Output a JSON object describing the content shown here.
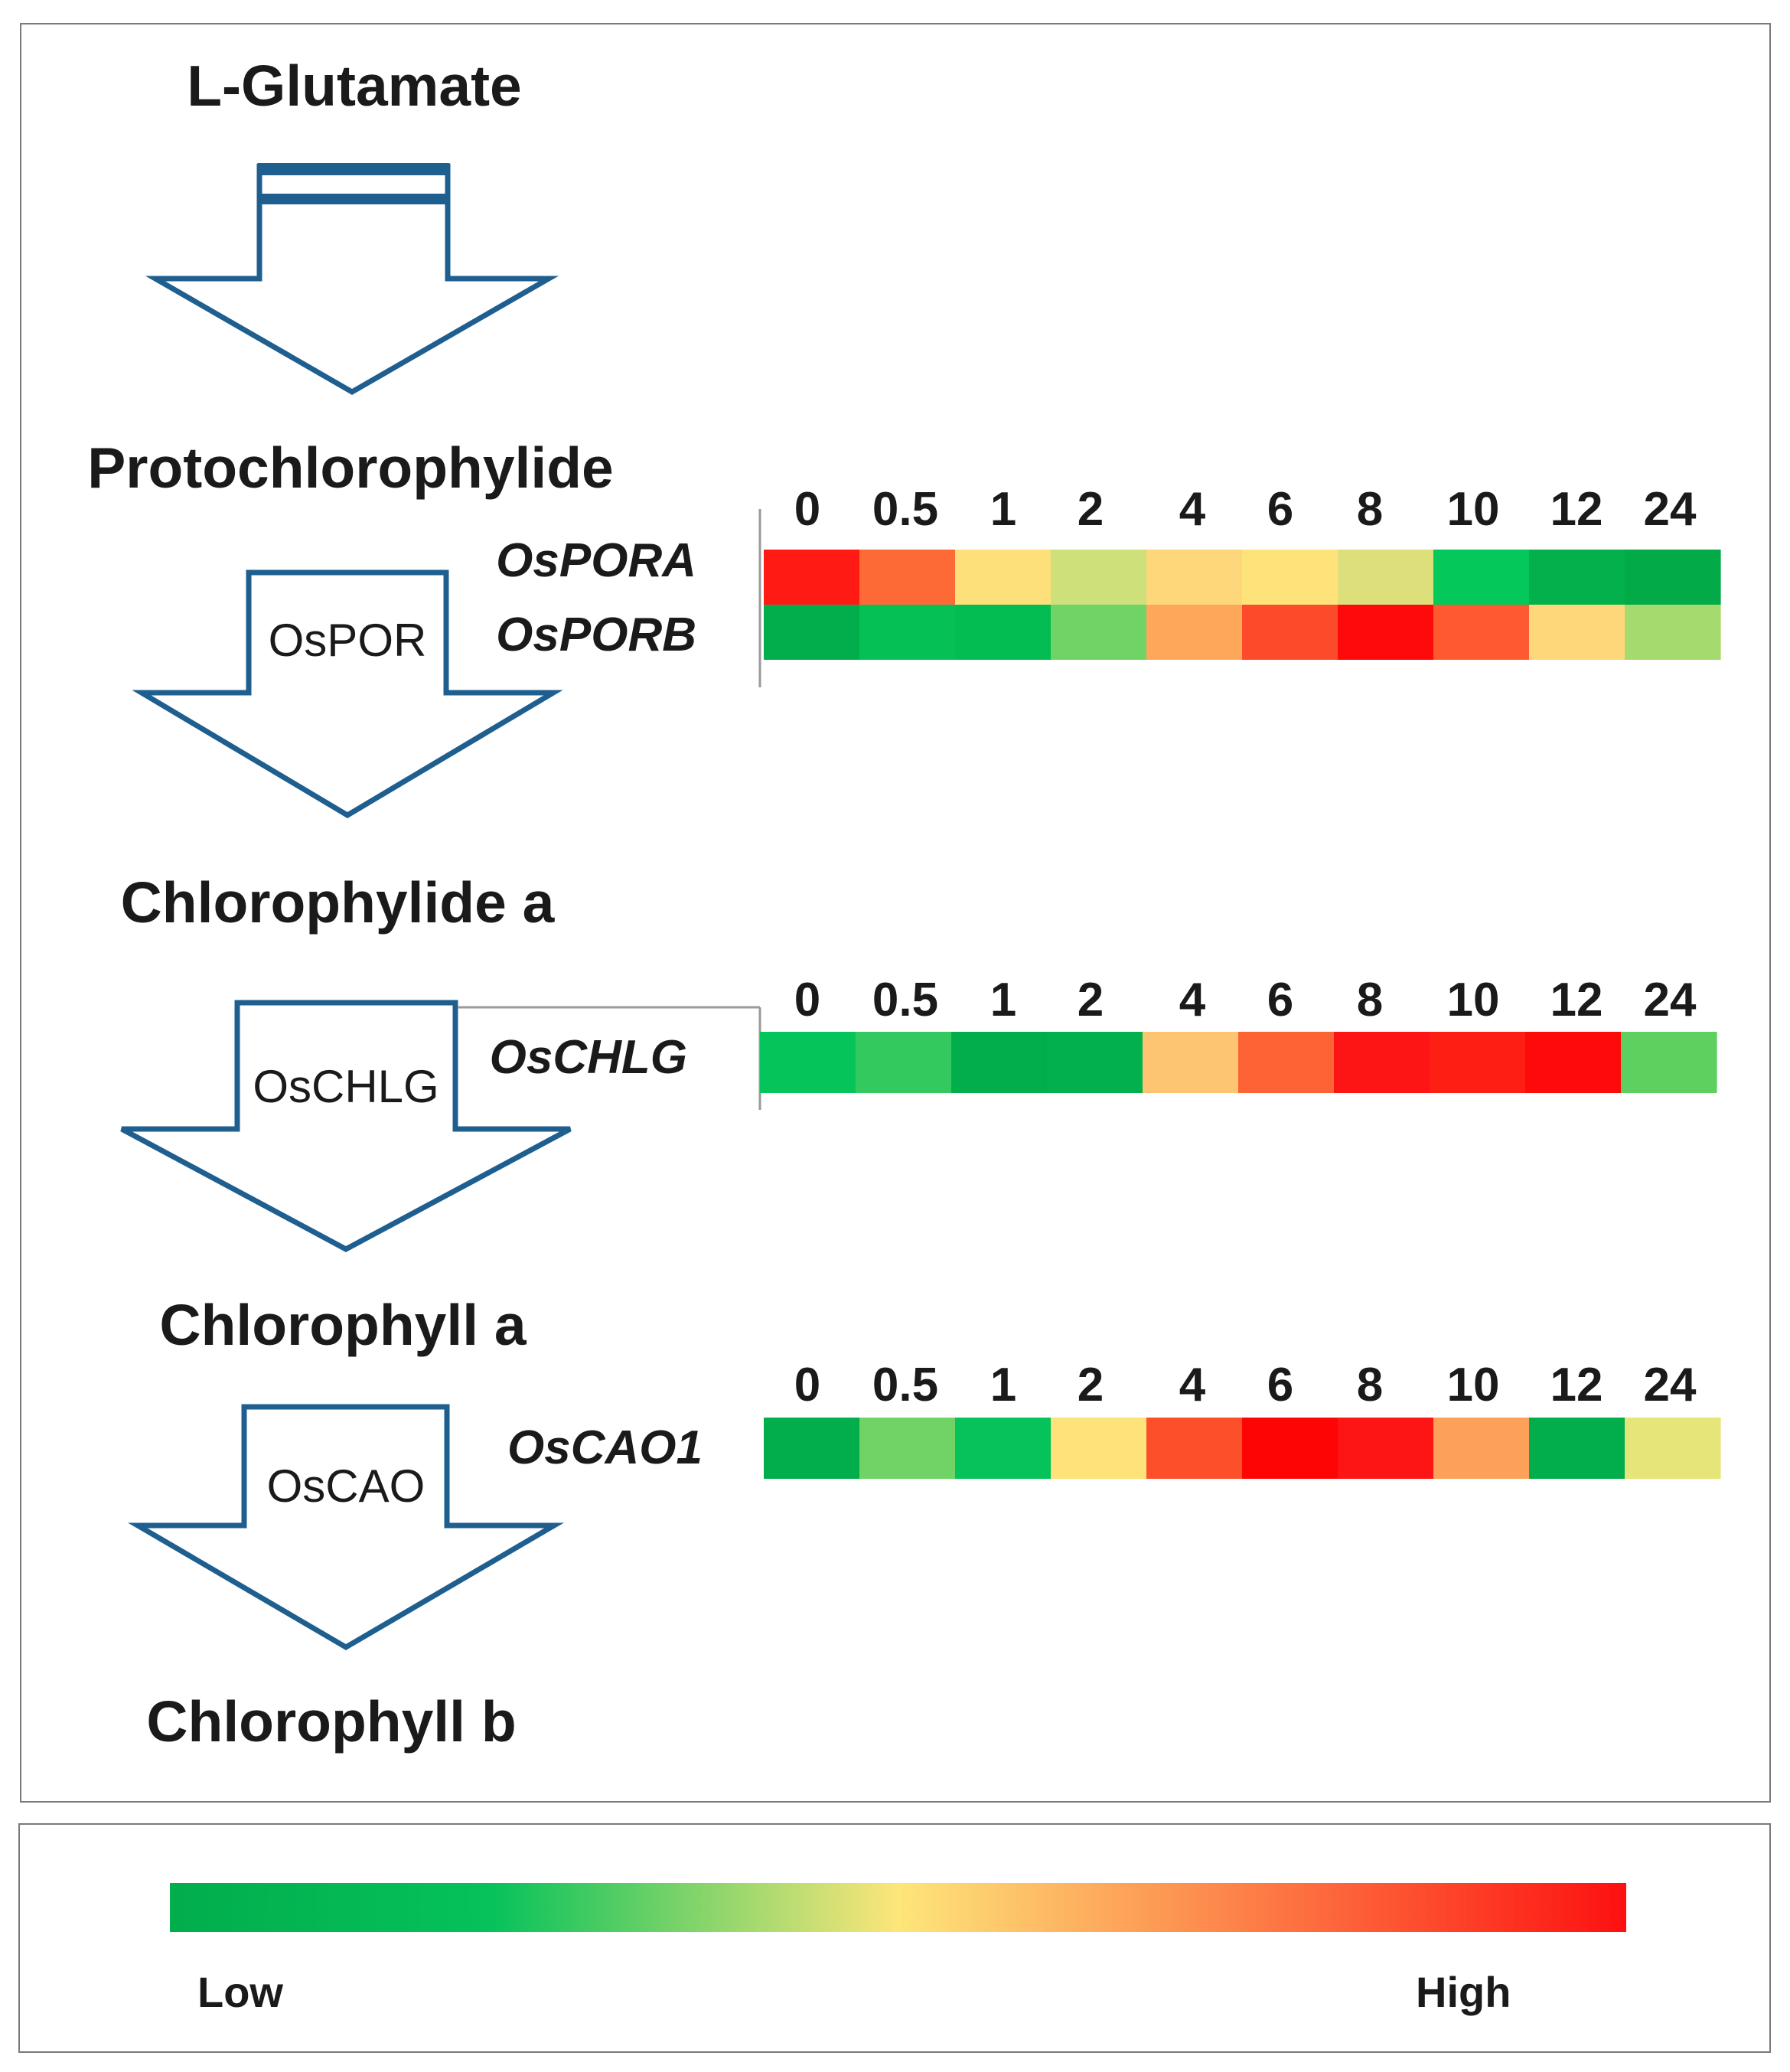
{
  "pathway": {
    "compounds": [
      "L-Glutamate",
      "Protochlorophylide",
      "Chlorophylide a",
      "Chlorophyll a",
      "Chlorophyll b"
    ],
    "enzymes": [
      "OsPOR",
      "OsCHLG",
      "OsCAO"
    ]
  },
  "heatmaps": [
    {
      "timepoints": [
        "0",
        "0.5",
        "1",
        "2",
        "4",
        "6",
        "8",
        "10",
        "12",
        "24"
      ],
      "genes": [
        {
          "name": "OsPORA",
          "colors": [
            "#ff1a14",
            "#fd6a35",
            "#fde07a",
            "#cde07a",
            "#fdd77a",
            "#fde37a",
            "#dde07a",
            "#05c85a",
            "#03b04c",
            "#02ab48"
          ]
        },
        {
          "name": "OsPORB",
          "colors": [
            "#02ad4c",
            "#05c155",
            "#04bd52",
            "#6fd365",
            "#fda75a",
            "#fd4a2a",
            "#fd0a0a",
            "#fd5a32",
            "#fdd77a",
            "#a5da6e"
          ]
        }
      ]
    },
    {
      "timepoints": [
        "0",
        "0.5",
        "1",
        "2",
        "4",
        "6",
        "8",
        "10",
        "12",
        "24"
      ],
      "genes": [
        {
          "name": "OsCHLG",
          "colors": [
            "#05c55a",
            "#33c95e",
            "#02ad4c",
            "#03b04e",
            "#fdc572",
            "#fd6335",
            "#fd1414",
            "#fd1e14",
            "#fd0a0a",
            "#5ed060"
          ]
        }
      ]
    },
    {
      "timepoints": [
        "0",
        "0.5",
        "1",
        "2",
        "4",
        "6",
        "8",
        "10",
        "12",
        "24"
      ],
      "genes": [
        {
          "name": "OsCAO1",
          "colors": [
            "#02ad4c",
            "#6fd365",
            "#05c25a",
            "#fde37a",
            "#fd4f2a",
            "#fd0505",
            "#fd1414",
            "#fda15a",
            "#02ad4c",
            "#e5e57a"
          ]
        }
      ]
    }
  ],
  "legend": {
    "low_label": "Low",
    "high_label": "High",
    "gradient": [
      "#02ad4c",
      "#05c25a",
      "#fde67a",
      "#fd1010"
    ]
  }
}
